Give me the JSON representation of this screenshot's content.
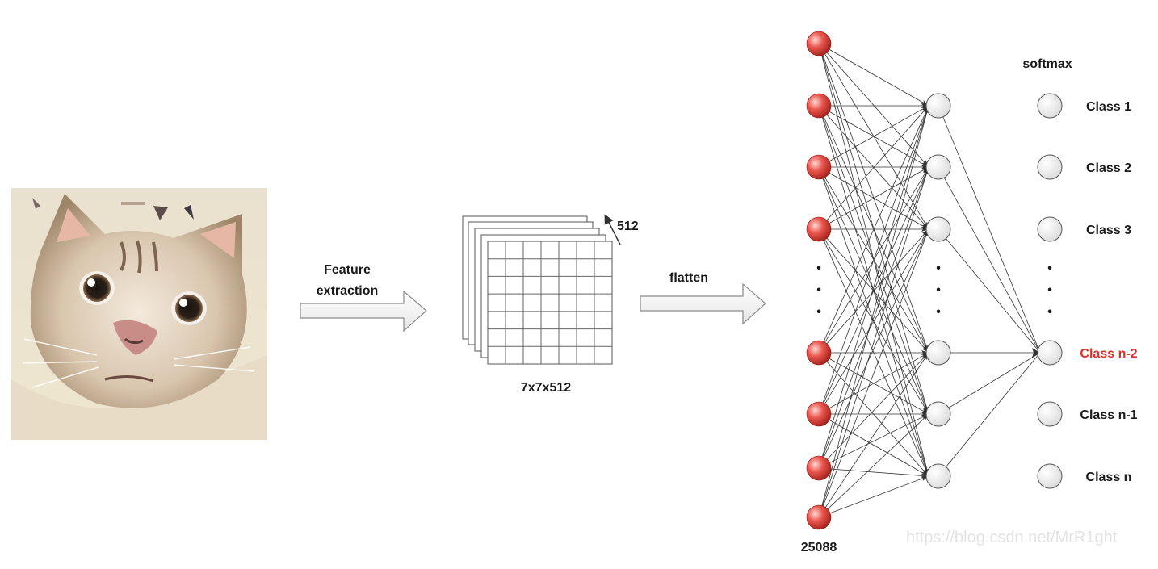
{
  "image_subject": "cat-photo",
  "feature_extraction": {
    "line1": "Feature",
    "line2": "extraction"
  },
  "feature_map": {
    "depth_label": "512",
    "dims_label": "7x7x512"
  },
  "flatten_label": "flatten",
  "network": {
    "input_count_label": "25088",
    "dots": "•",
    "softmax_label": "softmax",
    "classes": [
      {
        "label": "Class 1"
      },
      {
        "label": "Class 2"
      },
      {
        "label": "Class 3"
      },
      {
        "label": "Class n-2",
        "highlight": true
      },
      {
        "label": "Class n-1"
      },
      {
        "label": "Class n"
      }
    ]
  },
  "watermark": "https://blog.csdn.net/MrR1ght",
  "colors": {
    "input_node": "#d63a34",
    "highlight_text": "#e0302b",
    "line": "#333333"
  }
}
